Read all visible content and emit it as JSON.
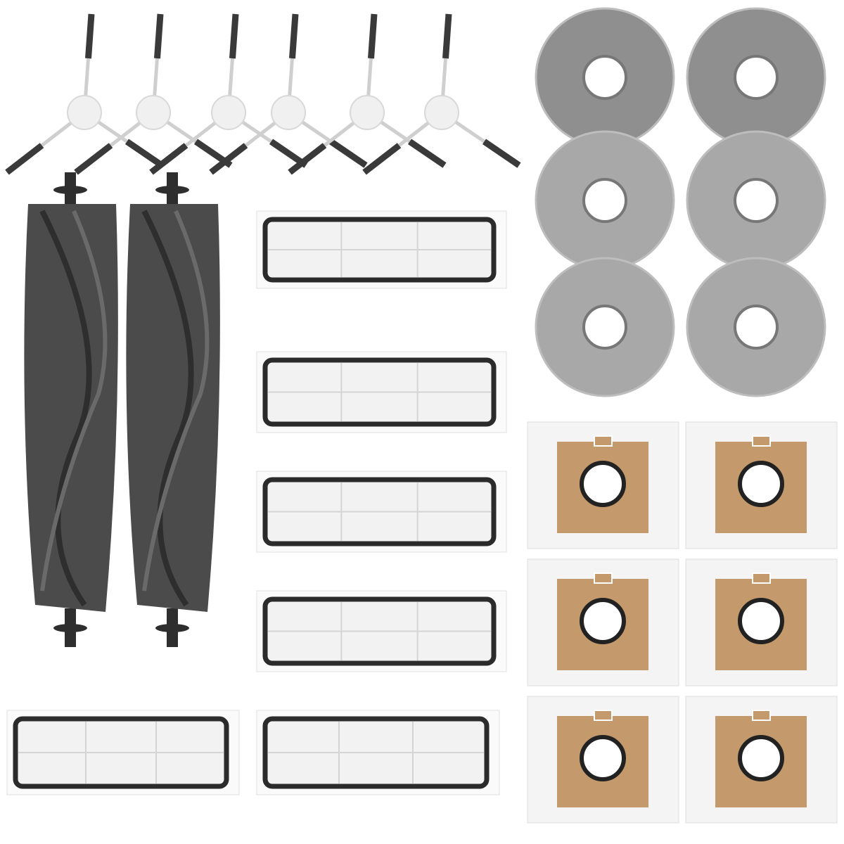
{
  "colors": {
    "background": "#ffffff",
    "roller": "#4b4b4b",
    "roller_dark": "#2e2e2e",
    "filter_frame": "#2b2b2b",
    "filter_media": "#f2f2f2",
    "mop": "#9a9a9a",
    "bag_paper": "#c49a6c",
    "bag_outer": "#f4f4f4",
    "side_brush_hub": "#f0f0f0",
    "bristle": "#3a3a3a"
  },
  "items": {
    "side_brushes": "side-brush",
    "roller_brushes": "roller-brush",
    "filters": "hepa-filter",
    "mop_pads": "mop-pad",
    "dust_bags": "dust-bag"
  }
}
